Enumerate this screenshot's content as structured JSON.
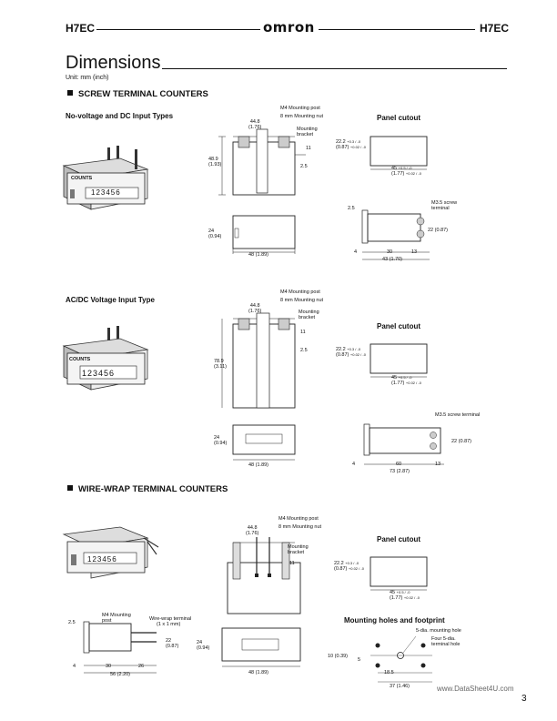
{
  "header": {
    "left": "H7EC",
    "logo": "omron",
    "right": "H7EC"
  },
  "title": "Dimensions",
  "unit": "Unit: mm (inch)",
  "section1": {
    "heading": "SCREW TERMINAL COUNTERS",
    "noVoltage": {
      "subtitle": "No-voltage and DC Input Types",
      "device_label": "COUNTS",
      "display": "123456",
      "width": "44.8",
      "width_in": "(1.76)",
      "post": "M4 Mounting post",
      "nut": "8 mm Mounting nut",
      "bracket": "Mounting bracket",
      "height": "48.9",
      "height_in": "(1.93)",
      "d11": "11",
      "d25": "2.5",
      "front_h": "24",
      "front_h_in": "(0.94)",
      "front_w": "48 (1.89)",
      "cutout_title": "Panel cutout",
      "cut_h": "22.2",
      "cut_h_tol": "+0.3 / -0",
      "cut_h_in": "(0.87)",
      "cut_h_in_tol": "+0.02 / -0",
      "cut_w": "45",
      "cut_w_tol": "+0.5 / -0",
      "cut_w_in": "(1.77)",
      "cut_w_in_tol": "+0.02 / -0",
      "screw": "M3.5 screw terminal",
      "side_25": "2.5",
      "side_22": "22 (0.87)",
      "side_4": "4",
      "side_30": "30",
      "side_13": "13",
      "side_43": "43 (1.70)"
    },
    "acdc": {
      "subtitle": "AC/DC Voltage Input Type",
      "device_label": "COUNTS",
      "display": "123456",
      "width": "44.8",
      "width_in": "(1.76)",
      "post": "M4 Mounting post",
      "nut": "8 mm Mounting nut",
      "bracket": "Mounting bracket",
      "height": "78.9",
      "height_in": "(3.11)",
      "d11": "11",
      "d25": "2.5",
      "front_h": "24",
      "front_h_in": "(0.94)",
      "front_w": "48 (1.89)",
      "cutout_title": "Panel cutout",
      "cut_h": "22.2",
      "cut_h_tol": "+0.3 / -0",
      "cut_h_in": "(0.87)",
      "cut_h_in_tol": "+0.02 / -0",
      "cut_w": "45",
      "cut_w_tol": "+0.5 / -0",
      "cut_w_in": "(1.77)",
      "cut_w_in_tol": "+0.02 / -0",
      "screw": "M3.5 screw terminal",
      "side_22": "22 (0.87)",
      "side_4": "4",
      "side_60": "60",
      "side_13": "13",
      "side_73": "73 (2.87)"
    }
  },
  "section2": {
    "heading": "WIRE-WRAP TERMINAL COUNTERS",
    "display": "123456",
    "width": "44.8",
    "width_in": "(1.76)",
    "post": "M4 Mounting post",
    "nut": "8 mm Mounting nut",
    "bracket": "Mounting bracket",
    "d11": "11",
    "side_post": "M4 Mounting post",
    "wire_wrap": "Wire-wrap terminal",
    "wire_wrap_size": "(1 x 1 mm)",
    "side_25": "2.5",
    "side_22": "22",
    "side_22_in": "(0.87)",
    "side_4": "4",
    "side_30": "30",
    "side_26": "26",
    "side_56": "56 (2.20)",
    "front_h": "24",
    "front_h_in": "(0.94)",
    "front_w": "48 (1.89)",
    "cutout_title": "Panel cutout",
    "cut_h": "22.2",
    "cut_h_tol": "+0.3 / -0",
    "cut_h_in": "(0.87)",
    "cut_h_in_tol": "+0.02 / -0",
    "cut_w": "45",
    "cut_w_tol": "+0.5 / -0",
    "cut_w_in": "(1.77)",
    "cut_w_in_tol": "+0.02 / -0",
    "mount_title": "Mounting holes and footprint",
    "hole5": "5-dia. mounting hole",
    "hole4": "Four 5-dia. terminal hole",
    "m10": "10 (0.39)",
    "m5": "5",
    "m185": "18.5",
    "m37": "37 (1.46)"
  },
  "footer": {
    "watermark": "www.DataSheet4U.com",
    "page": "3"
  }
}
